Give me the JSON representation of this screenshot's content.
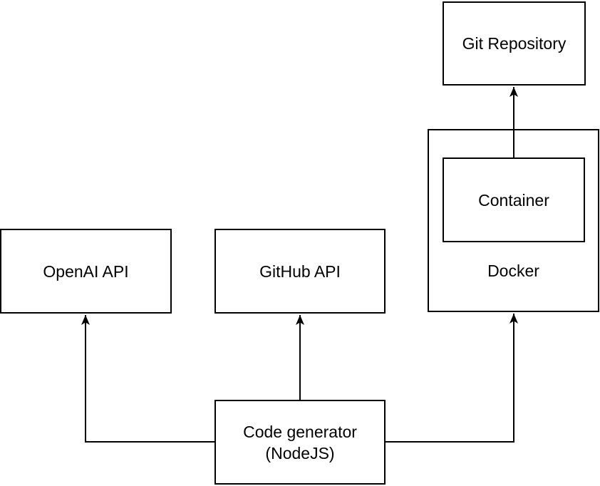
{
  "diagram": {
    "background_color": "#ffffff",
    "stroke_color": "#000000",
    "text_color": "#000000",
    "nodes": {
      "openai_api": {
        "label": "OpenAI API"
      },
      "github_api": {
        "label": "GitHub API"
      },
      "code_generator": {
        "label": "Code generator\n(NodeJS)"
      },
      "docker": {
        "label": "Docker"
      },
      "container": {
        "label": "Container"
      },
      "git_repository": {
        "label": "Git Repository"
      }
    },
    "edges": [
      {
        "from": "Code generator (NodeJS)",
        "to": "OpenAI API",
        "arrowhead": "end"
      },
      {
        "from": "Code generator (NodeJS)",
        "to": "GitHub API",
        "arrowhead": "end"
      },
      {
        "from": "Code generator (NodeJS)",
        "to": "Docker",
        "arrowhead": "end"
      },
      {
        "from": "Container",
        "to": "Git Repository",
        "arrowhead": "end"
      }
    ]
  }
}
